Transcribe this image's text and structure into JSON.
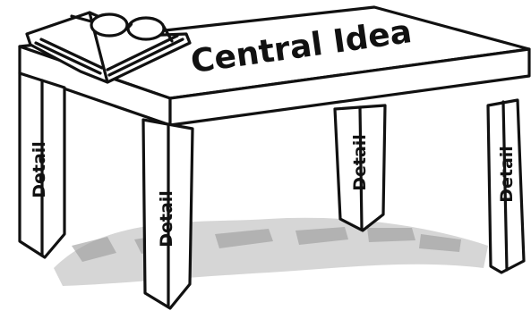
{
  "diagram": {
    "title_on_table": "Central Idea",
    "legs": [
      {
        "label": "Detail"
      },
      {
        "label": "Detail"
      },
      {
        "label": "Detail"
      },
      {
        "label": "Detail"
      }
    ],
    "colors": {
      "ink": "#111111",
      "paper": "#ffffff",
      "shadow": "#b5b5b5"
    },
    "icons": [
      "open-book-icon",
      "eyeglasses-icon"
    ]
  }
}
